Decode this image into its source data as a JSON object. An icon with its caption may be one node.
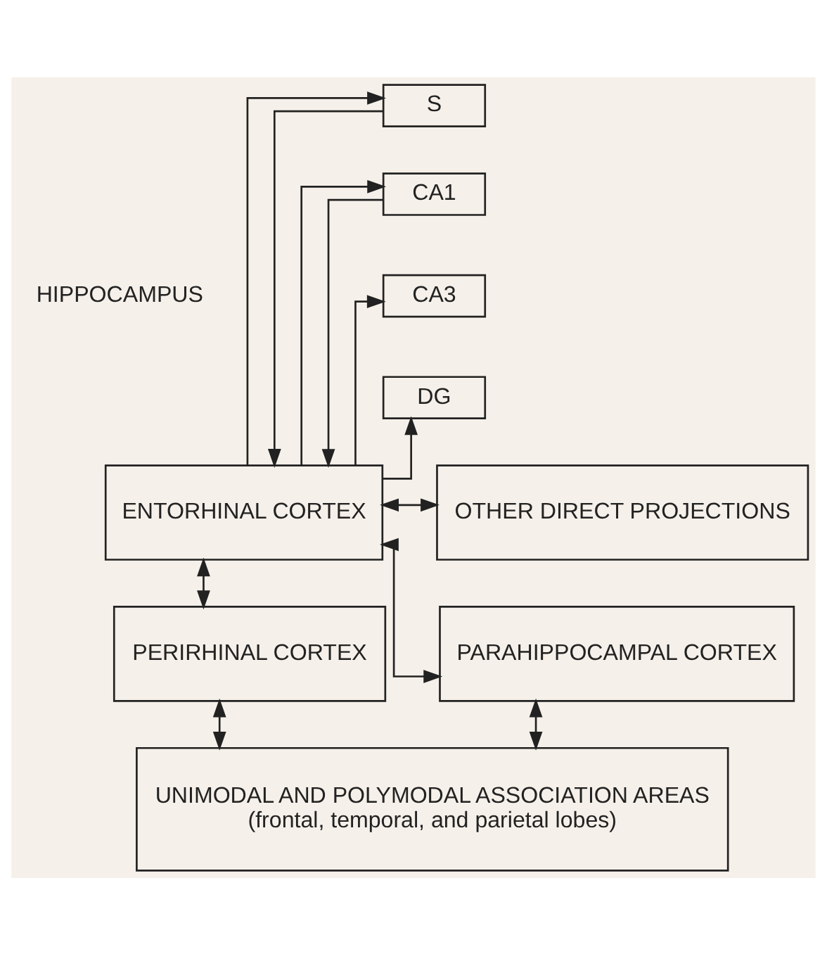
{
  "diagram": {
    "nodes": [
      {
        "text": [
          "S"
        ]
      },
      {
        "text": [
          "CA1"
        ]
      },
      {
        "text": [
          "CA3"
        ]
      },
      {
        "text": [
          "DG"
        ]
      },
      {
        "text": [
          "OTHER DIRECT PROJECTIONS"
        ]
      },
      {
        "text": [
          "ENTORHINAL CORTEX"
        ]
      },
      {
        "text": [
          "PERIRHINAL CORTEX"
        ]
      },
      {
        "text": [
          "PARAHIPPOCAMPAL CORTEX"
        ]
      },
      {
        "text": [
          "UNIMODAL AND POLYMODAL ASSOCIATION AREAS",
          "(frontal, temporal, and parietal lobes)"
        ]
      }
    ],
    "edges": [
      {
        "from": 5,
        "to": 3,
        "arrow": "to"
      },
      {
        "from": 5,
        "to": 2,
        "arrow": "to"
      },
      {
        "from": 5,
        "to": 1,
        "arrow": "to"
      },
      {
        "from": 5,
        "to": 0,
        "arrow": "to"
      },
      {
        "from": 0,
        "to": 5,
        "arrow": "to"
      },
      {
        "from": 1,
        "to": 5,
        "arrow": "to"
      },
      {
        "from": 4,
        "to": 5,
        "arrow": "both"
      },
      {
        "from": 5,
        "to": 6,
        "arrow": "both"
      },
      {
        "from": 5,
        "to": 7,
        "arrow": "both"
      },
      {
        "from": 6,
        "to": 8,
        "arrow": "both"
      },
      {
        "from": 7,
        "to": 8,
        "arrow": "both"
      }
    ],
    "labels": [
      "HIPPOCAMPUS"
    ]
  }
}
